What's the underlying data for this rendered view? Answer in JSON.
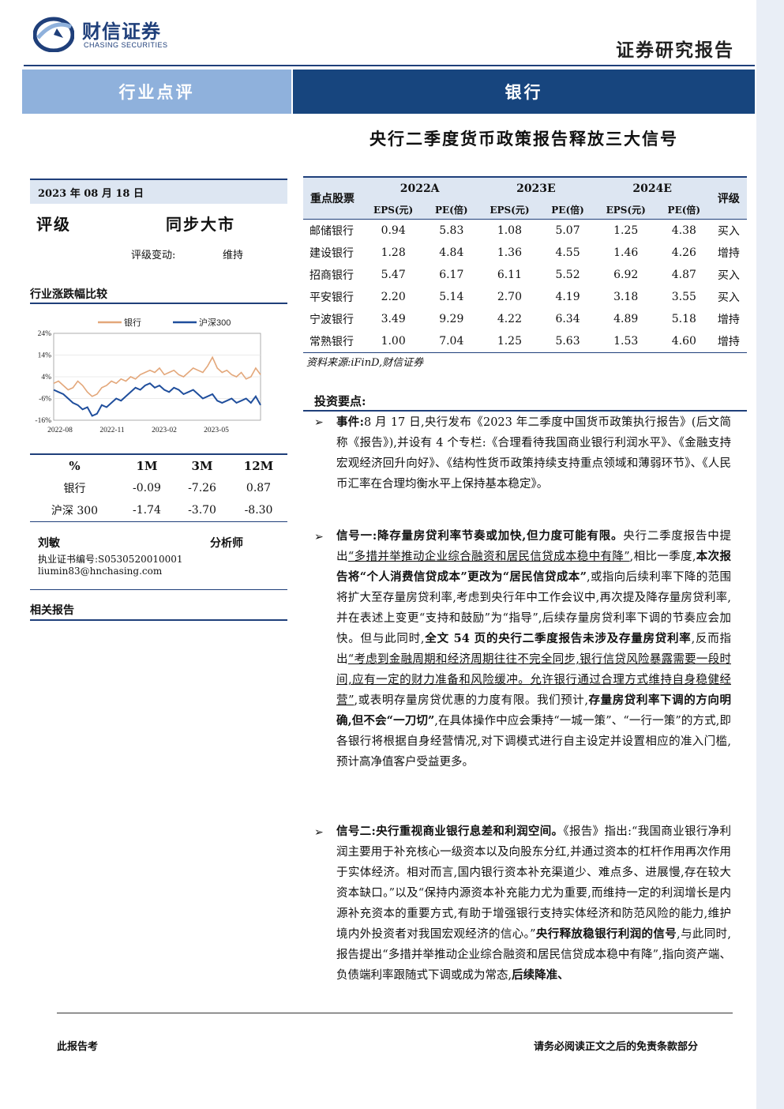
{
  "header": {
    "logo_cn": "财信证券",
    "logo_en": "CHASING SECURITIES",
    "doc_type": "证券研究报告",
    "category": "行业点评",
    "industry": "银行",
    "title": "央行二季度货币政策报告释放三大信号"
  },
  "sidebar": {
    "date": "2023 年 08 月 18 日",
    "rating_label": "评级",
    "rating_value": "同步大市",
    "rating_change_label": "评级变动:",
    "rating_change_value": "维持",
    "compare_title": "行业涨跌幅比较",
    "chart_legend": [
      "银行",
      "沪深300"
    ],
    "perf_header": [
      "%",
      "1M",
      "3M",
      "12M"
    ],
    "perf_rows": [
      [
        "银行",
        "-0.09",
        "-7.26",
        "0.87"
      ],
      [
        "沪深 300",
        "-1.74",
        "-3.70",
        "-8.30"
      ]
    ],
    "analyst_name": "刘敏",
    "analyst_role": "分析师",
    "analyst_cert": "执业证书编号:S0530520010001",
    "analyst_email": "liumin83@hnchasing.com",
    "related_title": "相关报告"
  },
  "chart_data": {
    "type": "line",
    "title": "",
    "yticks": [
      "24%",
      "14%",
      "4%",
      "-6%",
      "-16%"
    ],
    "ylim": [
      -16,
      24
    ],
    "xticks": [
      "2022-08",
      "2022-11",
      "2023-02",
      "2023-05"
    ],
    "series": [
      {
        "name": "银行",
        "color": "#e3a77a",
        "values": [
          1,
          2,
          0,
          -2,
          -1,
          2,
          0,
          -3,
          -5,
          -4,
          -1,
          0,
          2,
          1,
          3,
          2,
          4,
          3,
          5,
          6,
          7,
          6,
          8,
          5,
          6,
          7,
          5,
          4,
          6,
          8,
          7,
          6,
          9,
          13,
          8,
          6,
          7,
          5,
          4,
          6,
          3,
          4,
          8,
          5
        ]
      },
      {
        "name": "沪深300",
        "color": "#1f4e9c",
        "values": [
          -2,
          -3,
          -4,
          -6,
          -8,
          -9,
          -11,
          -10,
          -14,
          -13,
          -9,
          -10,
          -8,
          -6,
          -7,
          -5,
          -3,
          -1,
          -2,
          0,
          1,
          -1,
          0,
          -2,
          -3,
          -1,
          -2,
          -4,
          -3,
          -2,
          -4,
          -6,
          -5,
          -4,
          -7,
          -8,
          -7,
          -6,
          -8,
          -7,
          -6,
          -8,
          -5,
          -9
        ]
      }
    ]
  },
  "stocks": {
    "col_name": "重点股票",
    "years": [
      "2022A",
      "2023E",
      "2024E"
    ],
    "col_rating": "评级",
    "sub": [
      "EPS(元)",
      "PE(倍)",
      "EPS(元)",
      "PE(倍)",
      "EPS(元)",
      "PE(倍)"
    ],
    "rows": [
      [
        "邮储银行",
        "0.94",
        "5.83",
        "1.08",
        "5.07",
        "1.25",
        "4.38",
        "买入"
      ],
      [
        "建设银行",
        "1.28",
        "4.84",
        "1.36",
        "4.55",
        "1.46",
        "4.26",
        "增持"
      ],
      [
        "招商银行",
        "5.47",
        "6.17",
        "6.11",
        "5.52",
        "6.92",
        "4.87",
        "买入"
      ],
      [
        "平安银行",
        "2.20",
        "5.14",
        "2.70",
        "4.19",
        "3.18",
        "3.55",
        "买入"
      ],
      [
        "宁波银行",
        "3.49",
        "9.29",
        "4.22",
        "6.34",
        "4.89",
        "5.18",
        "增持"
      ],
      [
        "常熟银行",
        "1.00",
        "7.04",
        "1.25",
        "5.63",
        "1.53",
        "4.60",
        "增持"
      ]
    ],
    "source": "资料来源:iFinD,财信证券"
  },
  "body": {
    "inv_title": "投资要点:",
    "p1_lead": "事件:",
    "p1_text": "8 月 17 日,央行发布《2023 年二季度中国货币政策执行报告》(后文简称《报告》),并设有 4 个专栏:《合理看待我国商业银行利润水平》、《金融支持宏观经济回升向好》、《结构性货币政策持续支持重点领域和薄弱环节》、《人民币汇率在合理均衡水平上保持基本稳定》。",
    "p2_lead": "信号一:降存量房贷利率节奏或加快,但力度可能有限。",
    "p2_a": "央行二季度报告中提出",
    "p2_u1": "“多措并举推动企业综合融资和居民信贷成本稳中有降”",
    "p2_b": ",相比一季度,",
    "p2_bold1": "本次报告将“个人消费信贷成本”更改为“居民信贷成本”",
    "p2_c": ",或指向后续利率下降的范围将扩大至存量房贷利率,考虑到央行年中工作会议中,再次提及降存量房贷利率,并在表述上变更“支持和鼓励”为“指导”,后续存量房贷利率下调的节奏应会加快。但与此同时,",
    "p2_bold2": "全文 54 页的央行二季度报告未涉及存量房贷利率",
    "p2_d": ",反而指出",
    "p2_u2": "“考虑到金融周期和经济周期往往不完全同步,银行信贷风险暴露需要一段时间,应有一定的财力准备和风险缓冲。允许银行通过合理方式维持自身稳健经营”",
    "p2_e": ",或表明存量房贷优惠的力度有限。我们预计,",
    "p2_bold3": "存量房贷利率下调的方向明确,但不会“一刀切”",
    "p2_f": ",在具体操作中应会秉持“一城一策”、“一行一策”的方式,即各银行将根据自身经营情况,对下调模式进行自主设定并设置相应的准入门槛,预计高净值客户受益更多。",
    "p3_lead": "信号二:央行重视商业银行息差和利润空间。",
    "p3_a": "《报告》指出:“我国商业银行净利润主要用于补充核心一级资本以及向股东分红,并通过资本的杠杆作用再次作用于实体经济。相对而言,国内银行资本补充渠道少、难点多、进展慢,存在较大资本缺口。”以及“保持内源资本补充能力尤为重要,而维持一定的利润增长是内源补充资本的重要方式,有助于增强银行支持实体经济和防范风险的能力,维护境内外投资者对我国宏观经济的信心。”",
    "p3_bold": "央行释放稳银行利润的信号",
    "p3_b": ",与此同时,报告提出“多措并举推动企业综合融资和居民信贷成本稳中有降”,指向资产端、负债端利率跟随式下调或成为常态,",
    "p3_bold2": "后续降准、"
  },
  "footer": {
    "left": "此报告考",
    "right": "请务必阅读正文之后的免责条款部分"
  }
}
